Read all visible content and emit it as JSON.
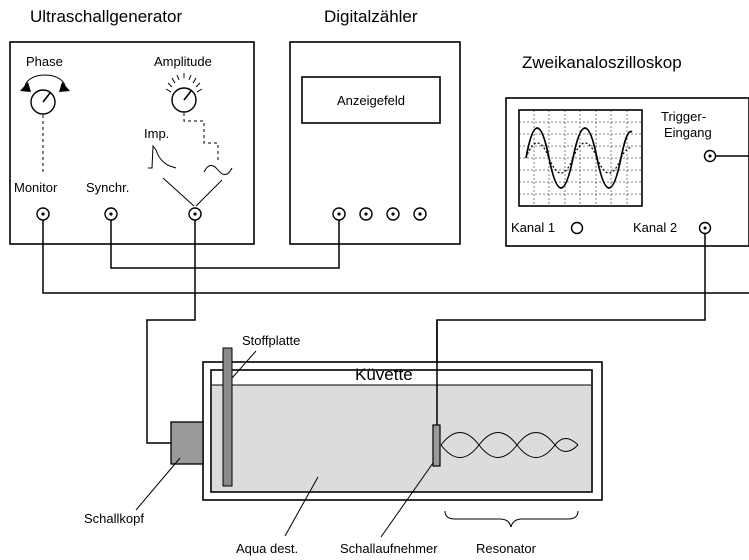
{
  "generator": {
    "title": "Ultraschallgenerator",
    "phase_label": "Phase",
    "amplitude_label": "Amplitude",
    "imp_label": "Imp.",
    "monitor_label": "Monitor",
    "synchr_label": "Synchr."
  },
  "counter": {
    "title": "Digitalzähler",
    "display_label": "Anzeigefeld"
  },
  "oscilloscope": {
    "title": "Zweikanaloszilloskop",
    "trigger_label_1": "Trigger-",
    "trigger_label_2": "Eingang",
    "channel1_label": "Kanal 1",
    "channel2_label": "Kanal 2"
  },
  "setup": {
    "stoffplatte_label": "Stoffplatte",
    "kuevette_label": "Küvette",
    "schallkopf_label": "Schallkopf",
    "aqua_label": "Aqua dest.",
    "schallaufnehmer_label": "Schallaufnehmer",
    "resonator_label": "Resonator"
  },
  "colors": {
    "water": "#dcdcdc",
    "plate": "#8a8a8a",
    "transducer": "#9a9a9a"
  }
}
